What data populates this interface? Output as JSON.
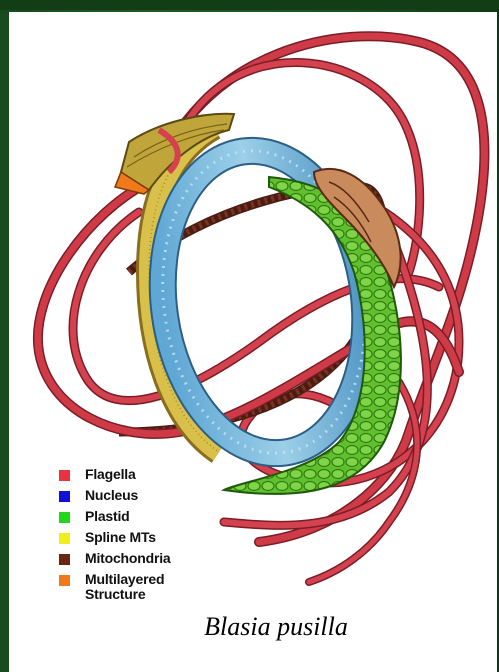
{
  "legend": {
    "items": [
      {
        "label": "Flagella",
        "color": "#e8323f"
      },
      {
        "label": "Nucleus",
        "color": "#1010d8"
      },
      {
        "label": "Plastid",
        "color": "#22d61a"
      },
      {
        "label": "Spline MTs",
        "color": "#f2ee1c"
      },
      {
        "label": "Mitochondria",
        "color": "#6b2412"
      },
      {
        "label": "Multilayered\nStructure",
        "color": "#f07a1a"
      }
    ]
  },
  "caption": "Blasia pusilla",
  "colors": {
    "slide_background": "#1f5a23",
    "flagella": "#c93140",
    "nucleus_ring": "#7ab8dc",
    "plastid": "#55b52a",
    "spline": "#c9a93a",
    "mitochondria": "#6b2c1c",
    "mls": "#e0721e"
  }
}
